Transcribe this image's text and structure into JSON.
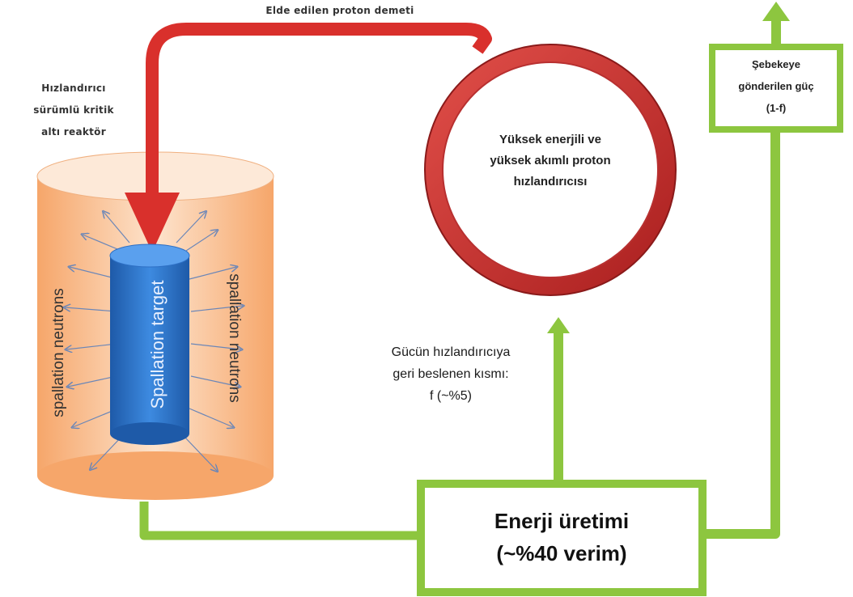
{
  "beam_label": "Elde edilen proton demeti",
  "reactor_label": {
    "line1": "Hızlandırıcı",
    "line2": "sürümlü kritik",
    "line3": "altı reaktör"
  },
  "target_label": "Spallation target",
  "neutrons_left": "spallation neutrons",
  "neutrons_right": "spallation neutrons",
  "accelerator_label": {
    "line1": "Yüksek enerjili ve",
    "line2": "yüksek akımlı proton",
    "line3": "hızlandırıcısı"
  },
  "feedback_label": {
    "line1": "Gücün hızlandırıcıya",
    "line2": "geri beslenen kısmı:",
    "line3": "f  (~%5)"
  },
  "energy_box": {
    "line1": "Enerji üretimi",
    "line2": "(~%40 verim)"
  },
  "grid_box": {
    "line1": "Şebekeye",
    "line2": "gönderilen güç",
    "line3": "(1-f)"
  },
  "colors": {
    "red_arrow": "#d9302c",
    "green_arrow": "#8dc63f",
    "target_blue": "#2d6fc4",
    "vessel_orange": "#fbc79b"
  }
}
